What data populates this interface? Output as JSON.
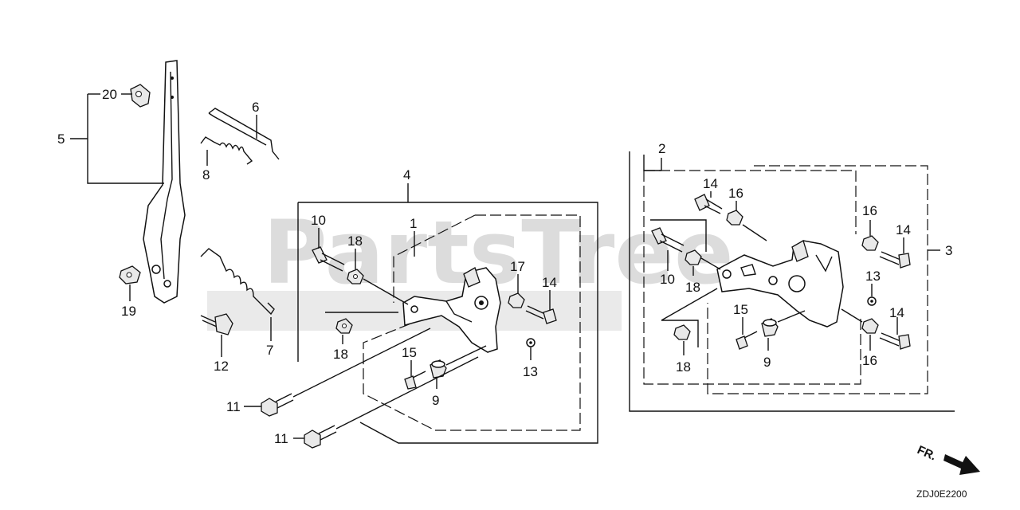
{
  "watermark": "PartsTree",
  "diagram_code": "ZDJ0E2200",
  "front_label": "FR.",
  "callouts": {
    "c20": "20",
    "c5": "5",
    "c19": "19",
    "c6": "6",
    "c8": "8",
    "c7": "7",
    "c12": "12",
    "c4": "4",
    "c1": "1",
    "c10a": "10",
    "c18a": "18",
    "c18b": "18",
    "c17": "17",
    "c14a": "14",
    "c13a": "13",
    "c15a": "15",
    "c9a": "9",
    "c11a": "11",
    "c11b": "11",
    "c2": "2",
    "c3": "3",
    "c14b": "14",
    "c16a": "16",
    "c16b": "16",
    "c14c": "14",
    "c10b": "10",
    "c18c": "18",
    "c13b": "13",
    "c15b": "15",
    "c9b": "9",
    "c14d": "14",
    "c16c": "16",
    "c18d": "18"
  },
  "icons": {
    "front_arrow": "arrow-right-down-icon"
  }
}
